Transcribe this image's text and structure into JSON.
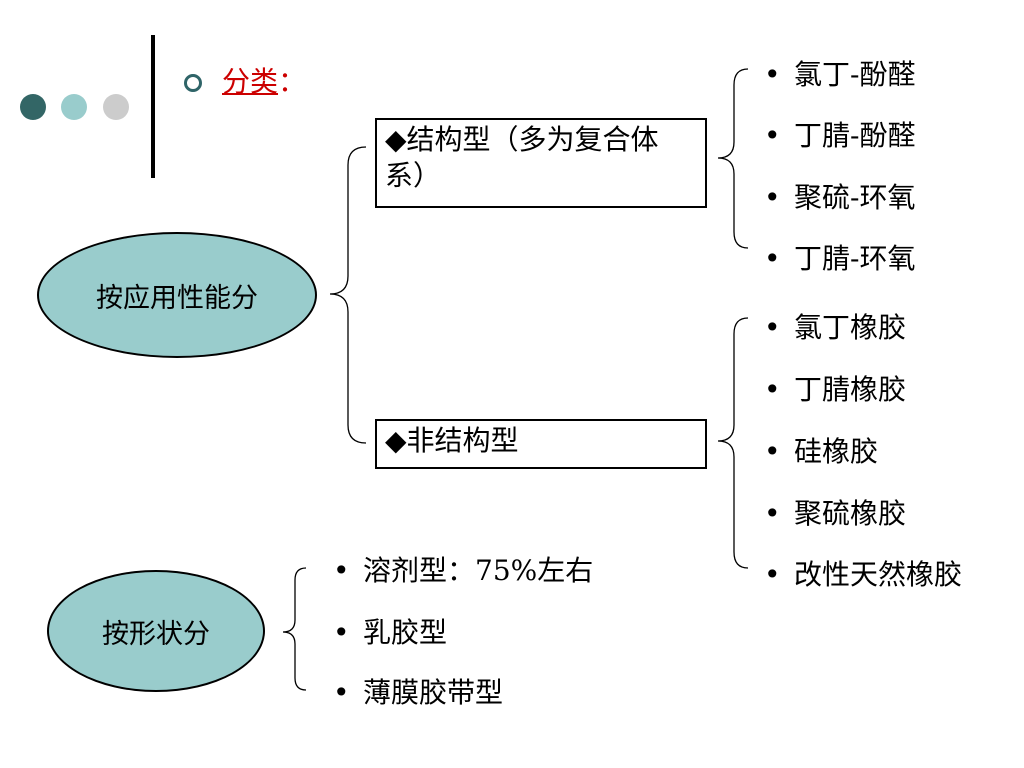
{
  "decor": {
    "dot_colors": [
      "#336666",
      "#99cccc",
      "#cccccc"
    ],
    "accent": "#cc0000",
    "ellipse_fill": "#99cccc"
  },
  "title": {
    "text": "分类",
    "colon": "："
  },
  "root1": {
    "label": "按应用性能分"
  },
  "root2": {
    "label": "按形状分"
  },
  "structural": {
    "label": "◆结构型（多为复合体系）",
    "items": [
      "氯丁-酚醛",
      "丁腈-酚醛",
      "聚硫-环氧",
      "丁腈-环氧"
    ]
  },
  "nonstructural": {
    "label": "◆非结构型",
    "items": [
      "氯丁橡胶",
      "丁腈橡胶",
      "硅橡胶",
      "聚硫橡胶",
      "改性天然橡胶"
    ]
  },
  "shape_items": [
    "溶剂型：75%左右",
    "乳胶型",
    "薄膜胶带型"
  ],
  "bullet": "•"
}
